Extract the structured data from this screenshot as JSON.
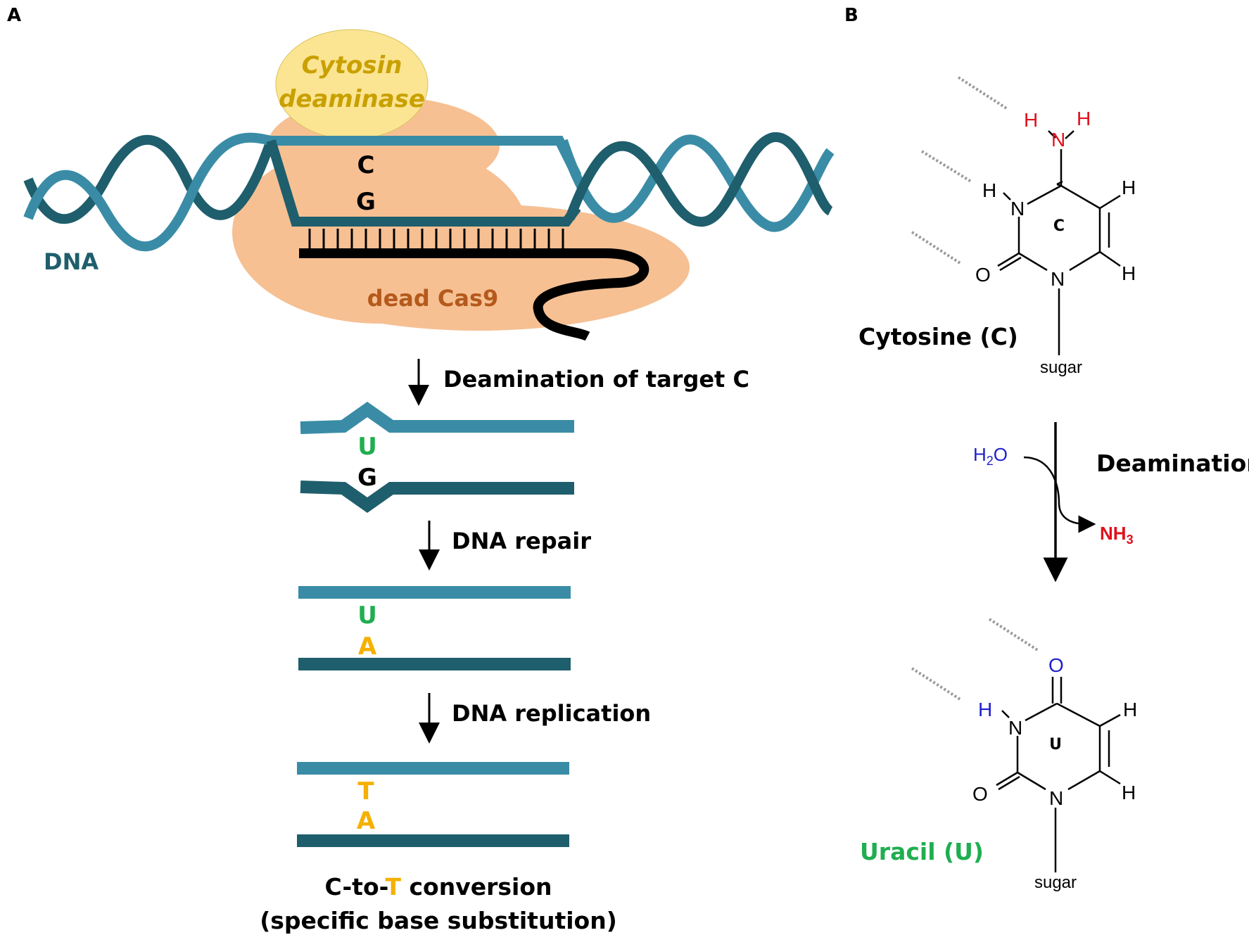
{
  "panel_a": {
    "label": "A",
    "enzyme_line1": "Cytosin",
    "enzyme_line2": "deaminase",
    "dna_label": "DNA",
    "cas9_label": "dead Cas9",
    "base_top": "C",
    "base_bottom": "G",
    "step1": "Deamination of target C",
    "step1_top": "U",
    "step1_bottom": "G",
    "step2": "DNA repair",
    "step2_top": "U",
    "step2_bottom": "A",
    "step3": "DNA replication",
    "step3_top": "T",
    "step3_bottom": "A",
    "result_prefix": "C-to-",
    "result_highlight": "T",
    "result_suffix": " conversion",
    "result_line2": "(specific base substitution)"
  },
  "panel_b": {
    "label": "B",
    "cytosine_name": "Cytosine (C)",
    "uracil_name": "Uracil (U)",
    "reaction_label": "Deamination",
    "reagent_in": "H",
    "reagent_in_sub": "2",
    "reagent_in_tail": "O",
    "reagent_out": "NH",
    "reagent_out_sub": "3",
    "sugar": "sugar",
    "ring_c": "C",
    "ring_u": "U",
    "atom_h": "H",
    "atom_n": "N",
    "atom_o": "O"
  },
  "colors": {
    "strand_light": "#3a8ca6",
    "strand_dark": "#1f5e6c",
    "cas9": "#f6c093",
    "deaminase": "#fbe593",
    "deaminase_text": "#c9a000",
    "cas9_text": "#b45a1c",
    "uracil": "#1fae50",
    "orange": "#f5b000",
    "red": "#e0101b",
    "blue": "#1f1fcc"
  }
}
